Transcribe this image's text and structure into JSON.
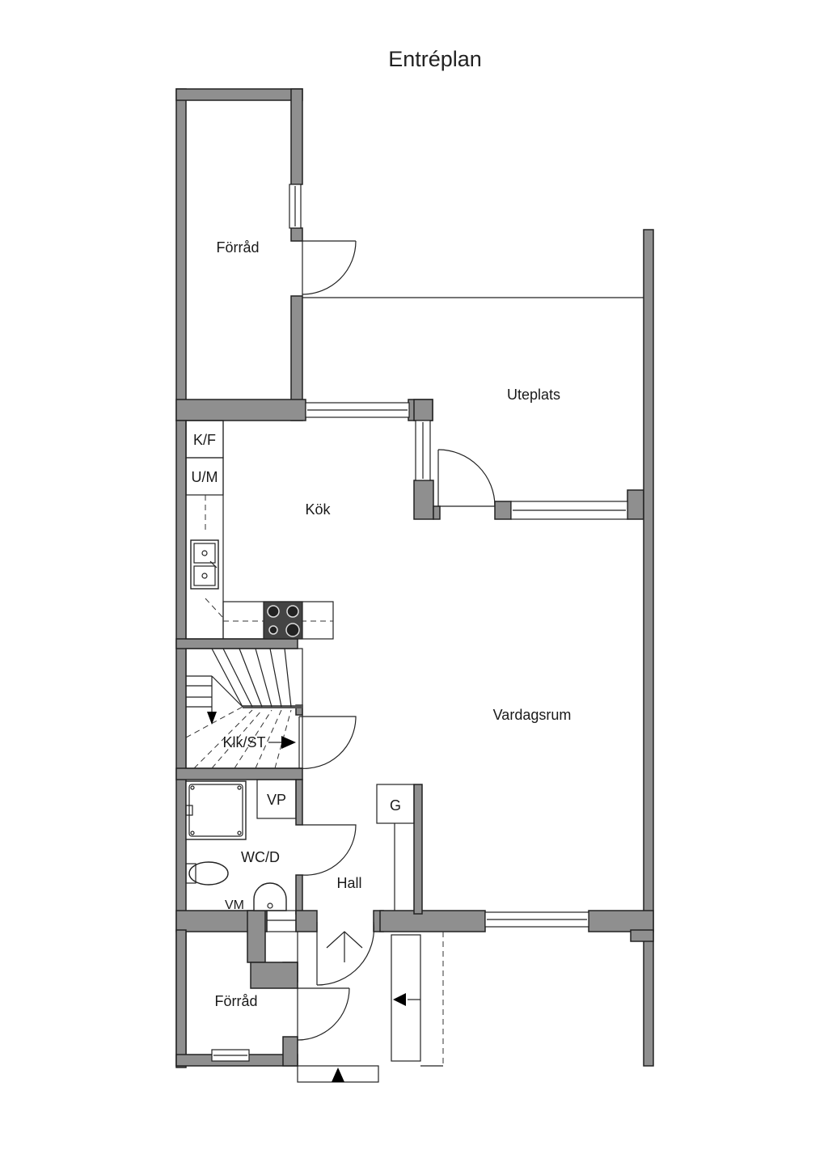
{
  "title": "Entréplan",
  "rooms": {
    "forrad_top": "Förråd",
    "uteplats": "Uteplats",
    "kok": "Kök",
    "kf": "K/F",
    "um": "U/M",
    "vardagsrum": "Vardagsrum",
    "klk_st": "Klk/ST",
    "vp": "VP",
    "g": "G",
    "wcd": "WC/D",
    "hall": "Hall",
    "vm": "VM",
    "forrad_bottom": "Förråd"
  },
  "colors": {
    "wall": "#8f8f8f",
    "line": "#222222",
    "stove": "#444444"
  }
}
